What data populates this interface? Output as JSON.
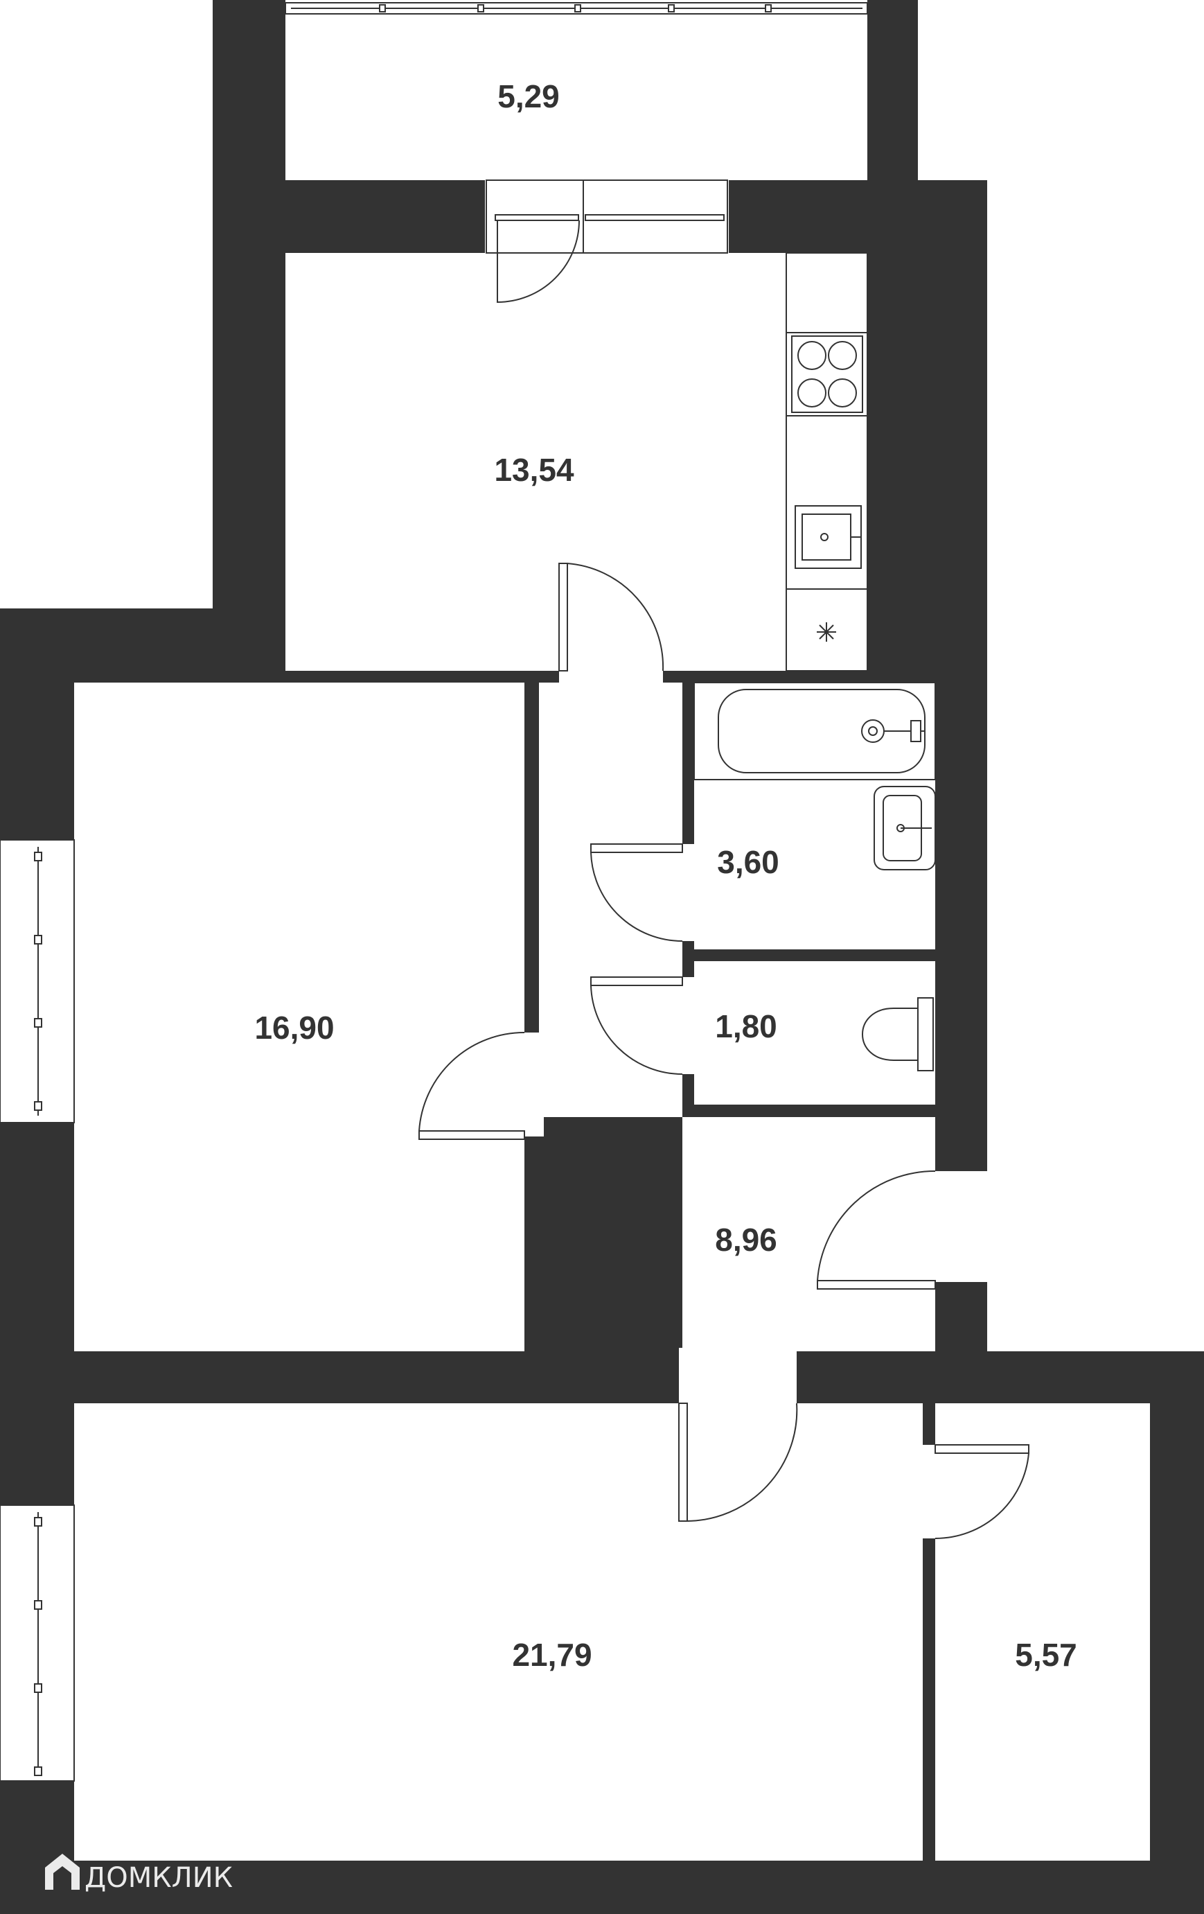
{
  "rooms": {
    "balcony": "5,29",
    "kitchen": "13,54",
    "bedroom": "16,90",
    "bathroom": "3,60",
    "toilet": "1,80",
    "hall": "8,96",
    "living": "21,79",
    "storage": "5,57"
  },
  "watermark": "ДОМКЛИК",
  "colors": {
    "wall": "#333333",
    "background": "#ffffff"
  }
}
